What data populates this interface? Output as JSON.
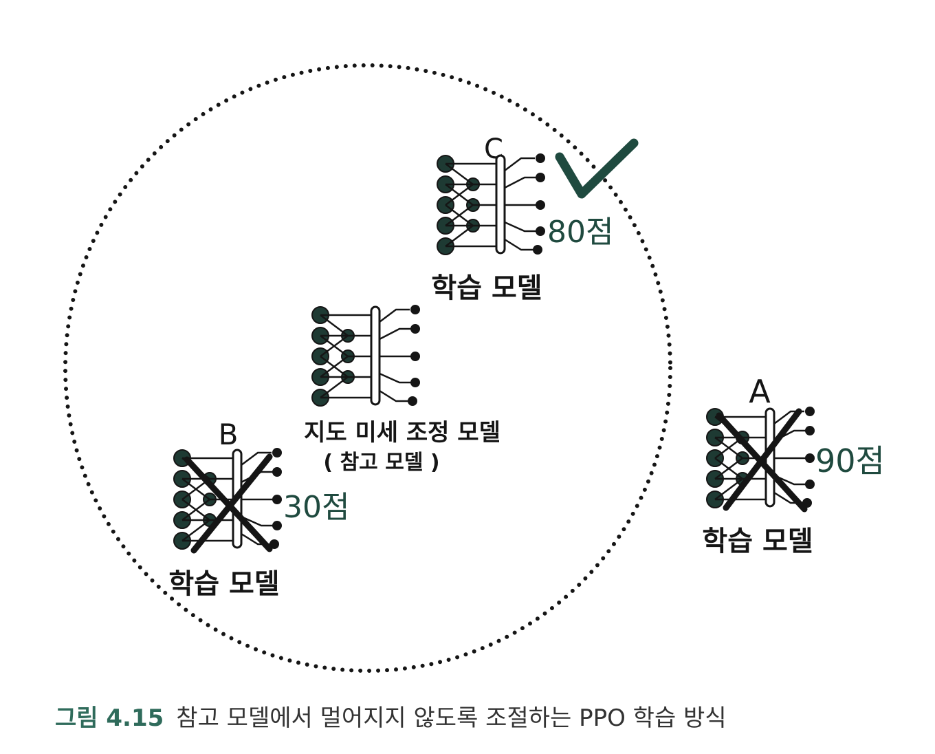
{
  "diagram": {
    "reference_model": {
      "label_line1": "지도 미세 조정 모델",
      "label_line2": "( 참고 모델 )"
    },
    "model_c": {
      "letter": "C",
      "label": "학습 모델",
      "score": "80점",
      "icon": "checkmark-icon"
    },
    "model_b": {
      "letter": "B",
      "label": "학습 모델",
      "score": "30점",
      "icon": "cross-out-icon"
    },
    "model_a": {
      "letter": "A",
      "label": "학습 모델",
      "score": "90점",
      "icon": "cross-out-icon"
    },
    "colors": {
      "ink": "#151515",
      "node": "#1e3a33",
      "accent": "#1f4a3f",
      "caption_number": "#2f6b5b"
    }
  },
  "caption": {
    "figure_number": "그림 4.15",
    "text": "참고 모델에서 멀어지지 않도록 조절하는 PPO 학습 방식"
  }
}
